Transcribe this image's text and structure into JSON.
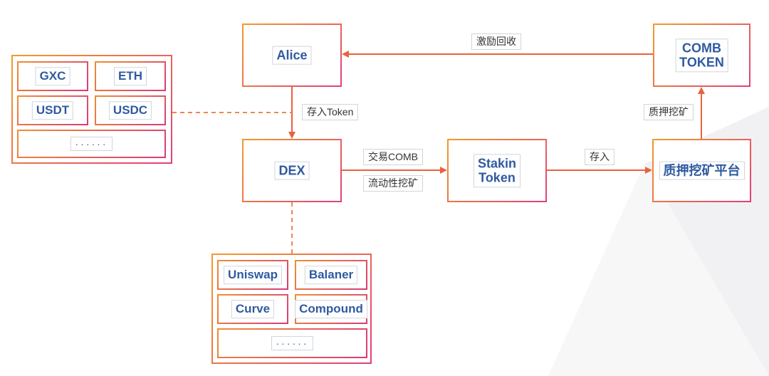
{
  "nodes": {
    "alice": "Alice",
    "comb_token": "COMB\nTOKEN",
    "dex": "DEX",
    "stakin_token": "Stakin\nToken",
    "staking_platform": "质押挖矿平台"
  },
  "token_group": {
    "items": [
      "GXC",
      "ETH",
      "USDT",
      "USDC"
    ],
    "more": "······"
  },
  "dex_group": {
    "items": [
      "Uniswap",
      "Balaner",
      "Curve",
      "Compound"
    ],
    "more": "······"
  },
  "edges": {
    "reward_recovery": "激励回收",
    "deposit_token": "存入Token",
    "trade_comb": "交易COMB",
    "liquidity_mining": "流动性挖矿",
    "deposit": "存入",
    "staking_mining": "质押挖矿"
  },
  "colors": {
    "arrow": "#e9623d",
    "dashed_connector": "#ef8552",
    "border_start": "#f39a2a",
    "border_end": "#e0407a",
    "label_text": "#2f5aa1"
  }
}
